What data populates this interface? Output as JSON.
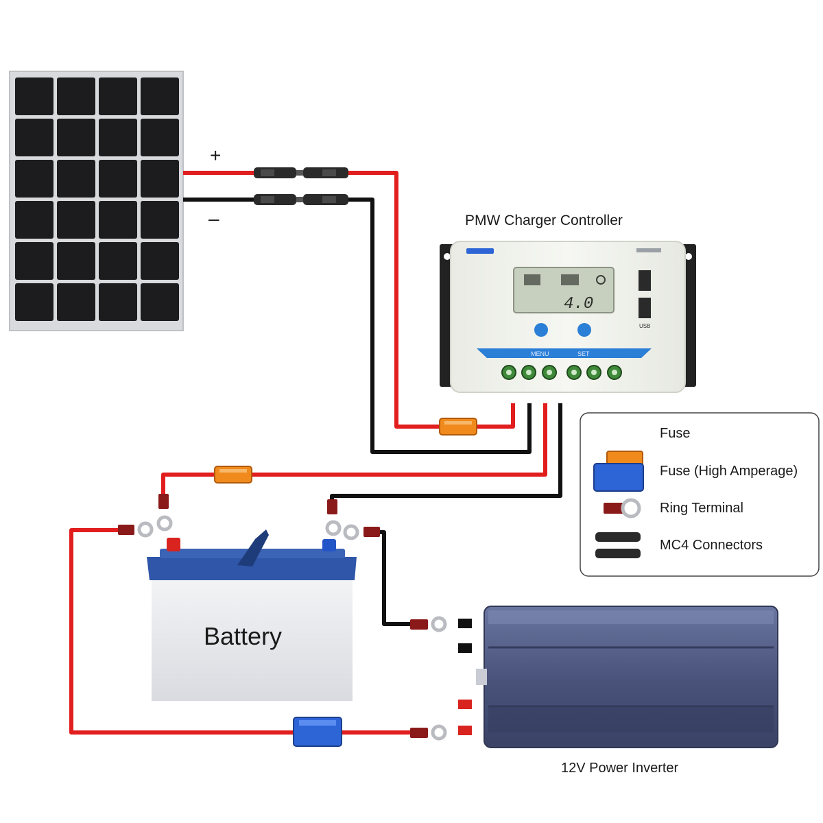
{
  "labels": {
    "controller": "PMW Charger Controller",
    "battery": "Battery",
    "inverter": "12V Power Inverter",
    "plus": "+",
    "minus": "–"
  },
  "controller_display": {
    "reading": "4.0",
    "menu_label": "MENU",
    "set_label": "SET",
    "usb_label": "USB"
  },
  "legend": {
    "items": [
      {
        "label": "Fuse"
      },
      {
        "label": "Fuse (High Amperage)"
      },
      {
        "label": "Ring Terminal"
      },
      {
        "label": "MC4 Connectors"
      }
    ]
  },
  "colors": {
    "positive_wire": "#e11d1d",
    "negative_wire": "#111111",
    "fuse": "#f08a1c",
    "high_amp_fuse": "#2d64d6",
    "inverter_body": "#4f5a84",
    "battery_lid": "#2f56a8"
  }
}
